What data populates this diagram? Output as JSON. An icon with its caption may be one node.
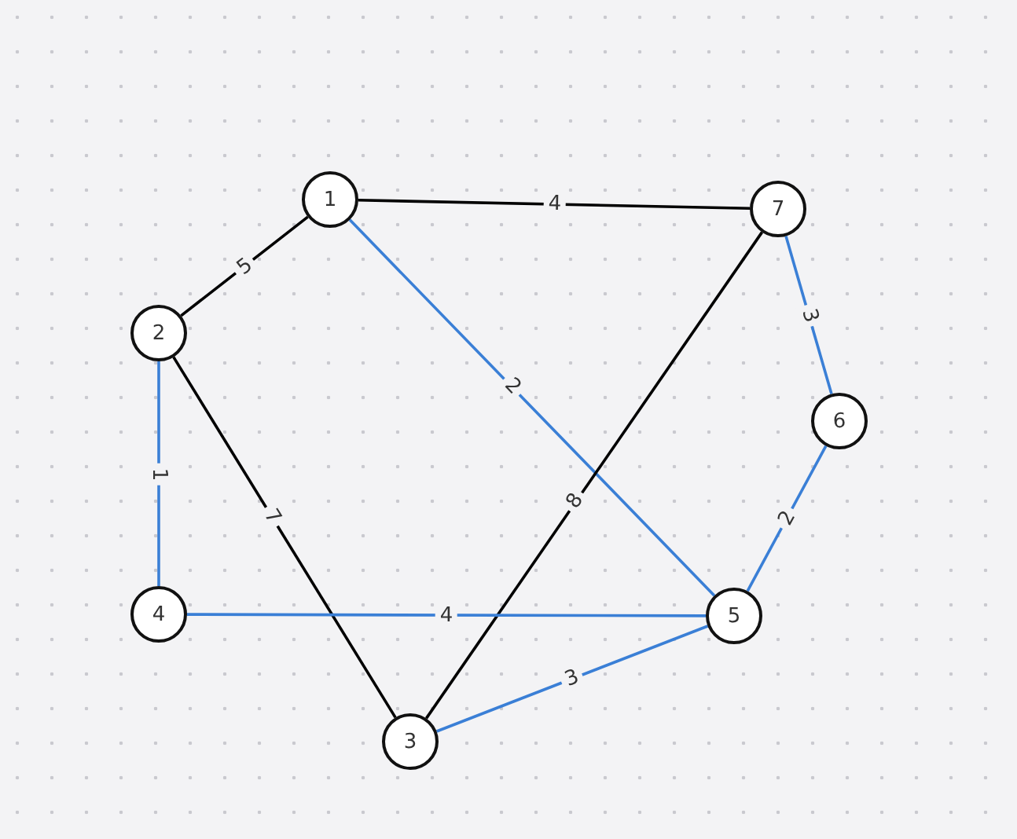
{
  "diagram": {
    "nodes": [
      {
        "text": [
          "1"
        ]
      },
      {
        "text": [
          "2"
        ]
      },
      {
        "text": [
          "3"
        ]
      },
      {
        "text": [
          "4"
        ]
      },
      {
        "text": [
          "5"
        ]
      },
      {
        "text": [
          "6"
        ]
      },
      {
        "text": [
          "7"
        ]
      }
    ],
    "edges": [
      {
        "from": 0,
        "to": 6,
        "arrow": "none",
        "label": "4",
        "color": "#000000"
      },
      {
        "from": 0,
        "to": 1,
        "arrow": "none",
        "label": "5",
        "color": "#000000"
      },
      {
        "from": 0,
        "to": 4,
        "arrow": "none",
        "label": "2"
      },
      {
        "from": 1,
        "to": 3,
        "arrow": "none",
        "label": "1"
      },
      {
        "from": 1,
        "to": 2,
        "arrow": "none",
        "label": "7",
        "color": "#000000"
      },
      {
        "from": 6,
        "to": 2,
        "arrow": "none",
        "label": "8",
        "color": "#000000"
      },
      {
        "from": 6,
        "to": 5,
        "arrow": "none",
        "label": "3"
      },
      {
        "from": 5,
        "to": 4,
        "arrow": "none",
        "label": "2"
      },
      {
        "from": 3,
        "to": 4,
        "arrow": "none",
        "label": "4"
      },
      {
        "from": 2,
        "to": 4,
        "arrow": "none",
        "label": "3"
      }
    ]
  }
}
